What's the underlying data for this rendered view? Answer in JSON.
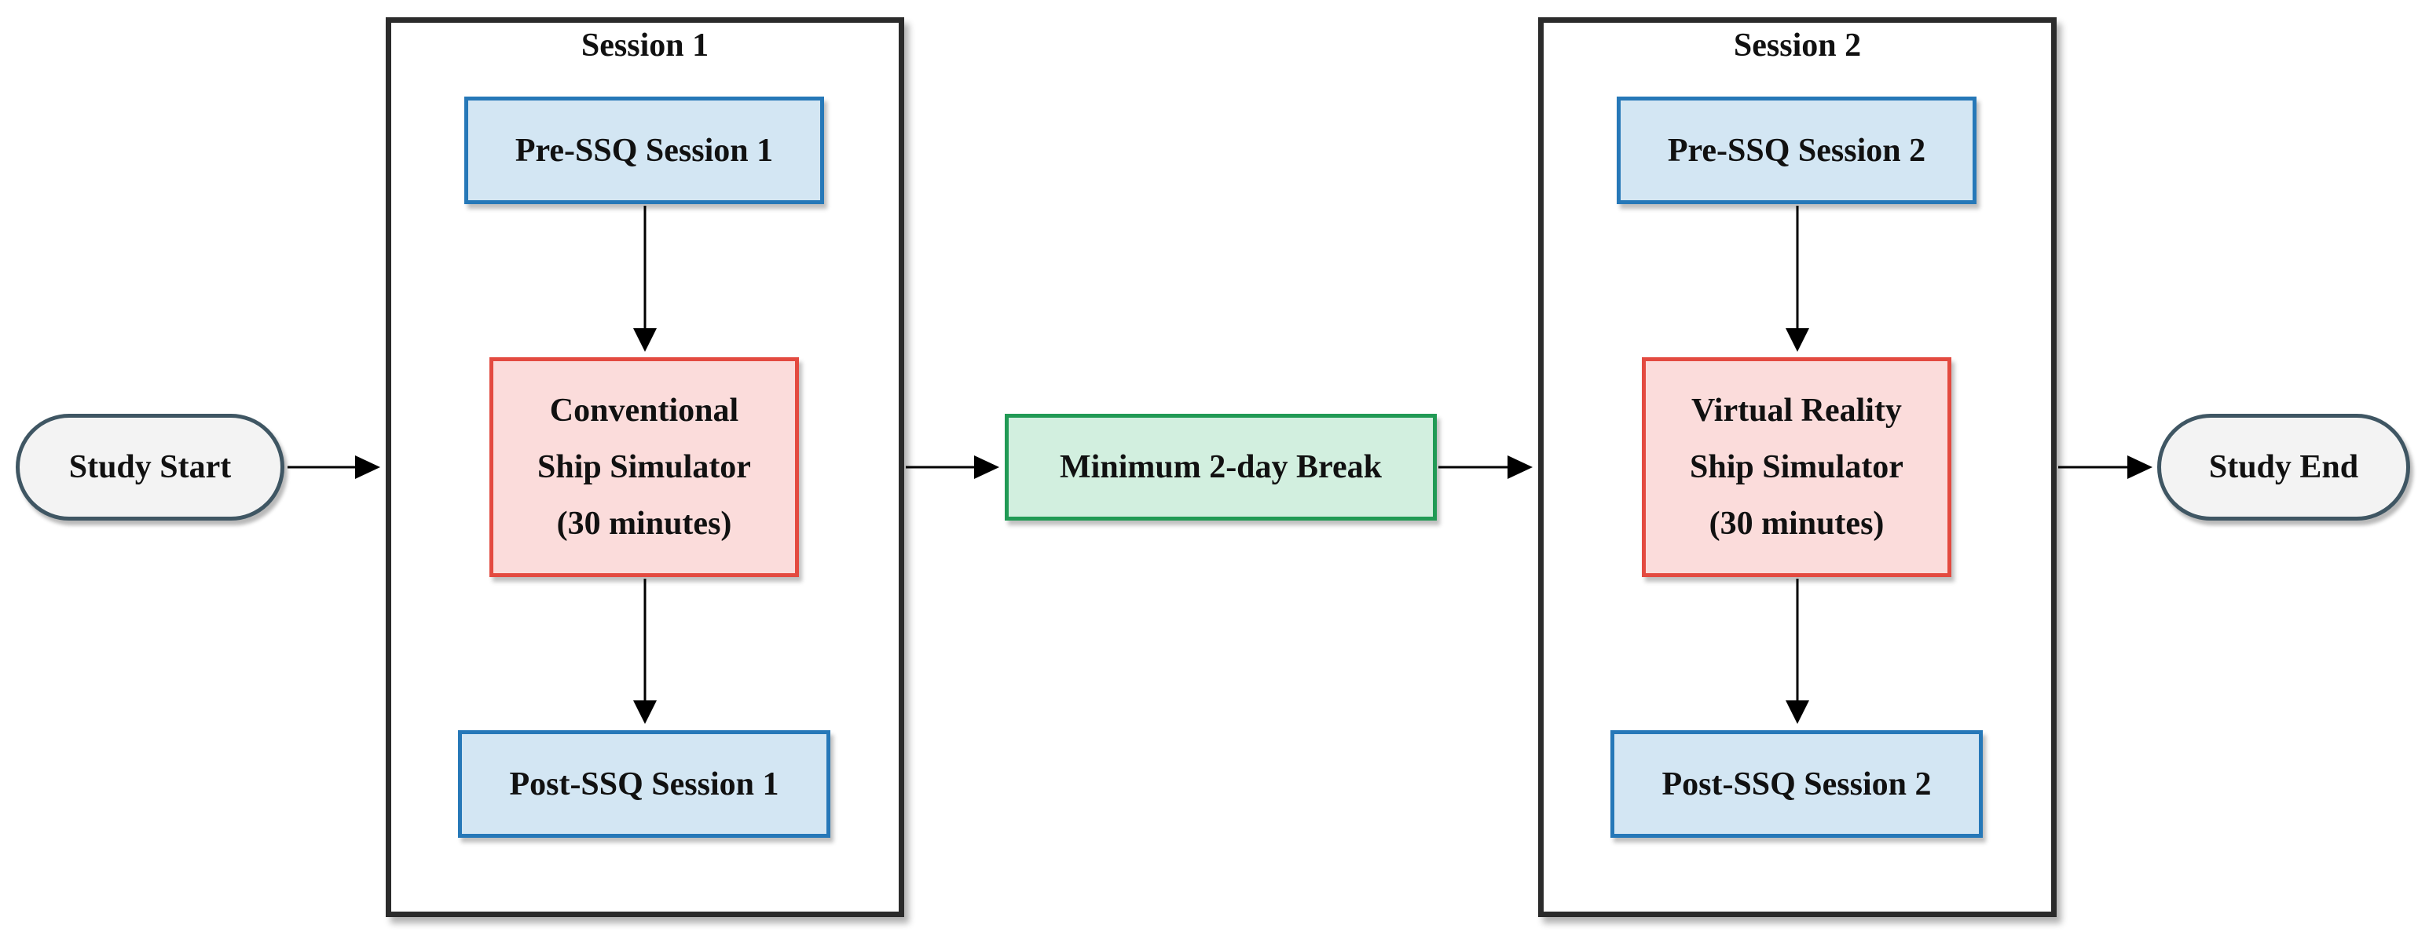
{
  "terminals": {
    "start": "Study Start",
    "end": "Study End"
  },
  "sessions": [
    {
      "title": "Session 1",
      "pre": "Pre-SSQ Session 1",
      "sim_lines": [
        "Conventional",
        "Ship Simulator",
        "(30 minutes)"
      ],
      "post": "Post-SSQ Session 1"
    },
    {
      "title": "Session 2",
      "pre": "Pre-SSQ Session 2",
      "sim_lines": [
        "Virtual Reality",
        "Ship Simulator",
        "(30 minutes)"
      ],
      "post": "Post-SSQ Session 2"
    }
  ],
  "break": "Minimum 2-day Break",
  "colors": {
    "frame": "#2b2b2b",
    "blue_fill": "#d3e6f3",
    "blue_border": "#2678b8",
    "red_fill": "#fbdcdb",
    "red_border": "#e34a40",
    "green_fill": "#d2efdf",
    "green_border": "#219a55",
    "terminal_fill": "#f3f3f3",
    "terminal_border": "#3f5663"
  }
}
